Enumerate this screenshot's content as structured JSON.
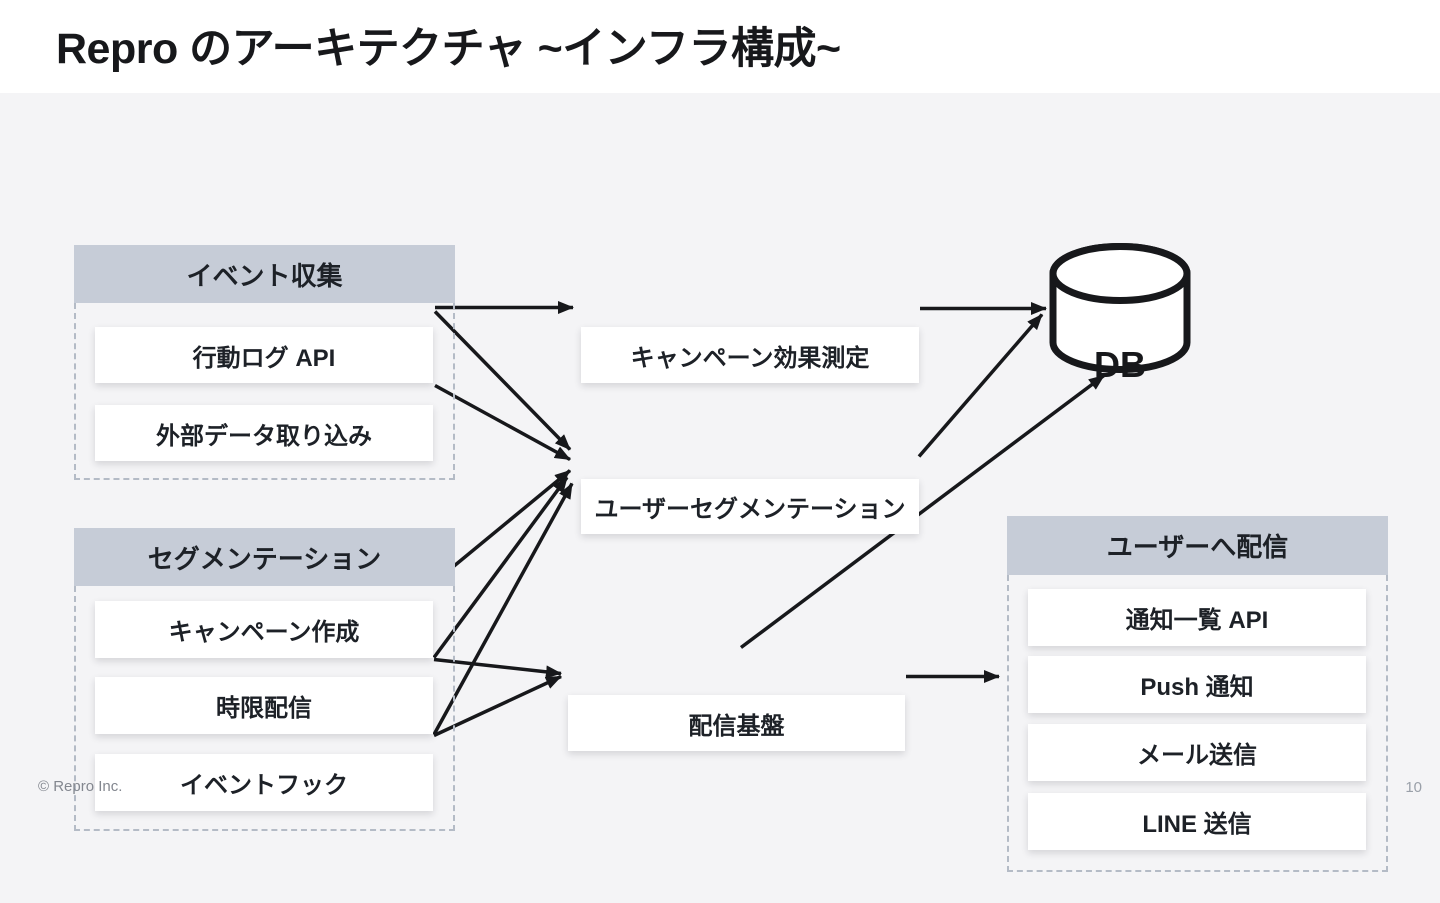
{
  "slide": {
    "title": "Repro のアーキテクチャ ~インフラ構成~",
    "footer": {
      "copyright": "© Repro Inc.",
      "page_number": "10"
    }
  },
  "diagram": {
    "groups": [
      {
        "id": "event-collection",
        "title": "イベント収集",
        "items": [
          "行動ログ API",
          "外部データ取り込み"
        ]
      },
      {
        "id": "segmentation",
        "title": "セグメンテーション",
        "items": [
          "キャンペーン作成",
          "時限配信",
          "イベントフック"
        ]
      },
      {
        "id": "user-delivery",
        "title": "ユーザーへ配信",
        "items": [
          "通知一覧 API",
          "Push 通知",
          "メール送信",
          "LINE 送信"
        ]
      }
    ],
    "nodes": [
      {
        "id": "campaign-measurement",
        "label": "キャンペーン効果測定"
      },
      {
        "id": "user-segmentation",
        "label": "ユーザーセグメンテーション"
      },
      {
        "id": "delivery-platform",
        "label": "配信基盤"
      },
      {
        "id": "db",
        "label": "DB",
        "shape": "cylinder"
      }
    ],
    "edges": [
      {
        "from": "行動ログ API",
        "to": "キャンペーン効果測定"
      },
      {
        "from": "行動ログ API",
        "to": "ユーザーセグメンテーション"
      },
      {
        "from": "外部データ取り込み",
        "to": "ユーザーセグメンテーション"
      },
      {
        "from": "キャンペーン作成",
        "to": "ユーザーセグメンテーション"
      },
      {
        "from": "時限配信",
        "to": "ユーザーセグメンテーション"
      },
      {
        "from": "時限配信",
        "to": "配信基盤"
      },
      {
        "from": "イベントフック",
        "to": "ユーザーセグメンテーション"
      },
      {
        "from": "イベントフック",
        "to": "配信基盤"
      },
      {
        "from": "キャンペーン効果測定",
        "to": "DB"
      },
      {
        "from": "ユーザーセグメンテーション",
        "to": "DB"
      },
      {
        "from": "配信基盤",
        "to": "DB"
      },
      {
        "from": "配信基盤",
        "to": "ユーザーへ配信"
      }
    ],
    "colors": {
      "group_header_bg": "#c6ccd7",
      "node_bg": "#ffffff",
      "dashed_border": "#b4bbc6",
      "arrow": "#17181b",
      "body_bg": "#f4f4f6",
      "title_bg": "#ffffff",
      "text": "#1d2127"
    }
  }
}
